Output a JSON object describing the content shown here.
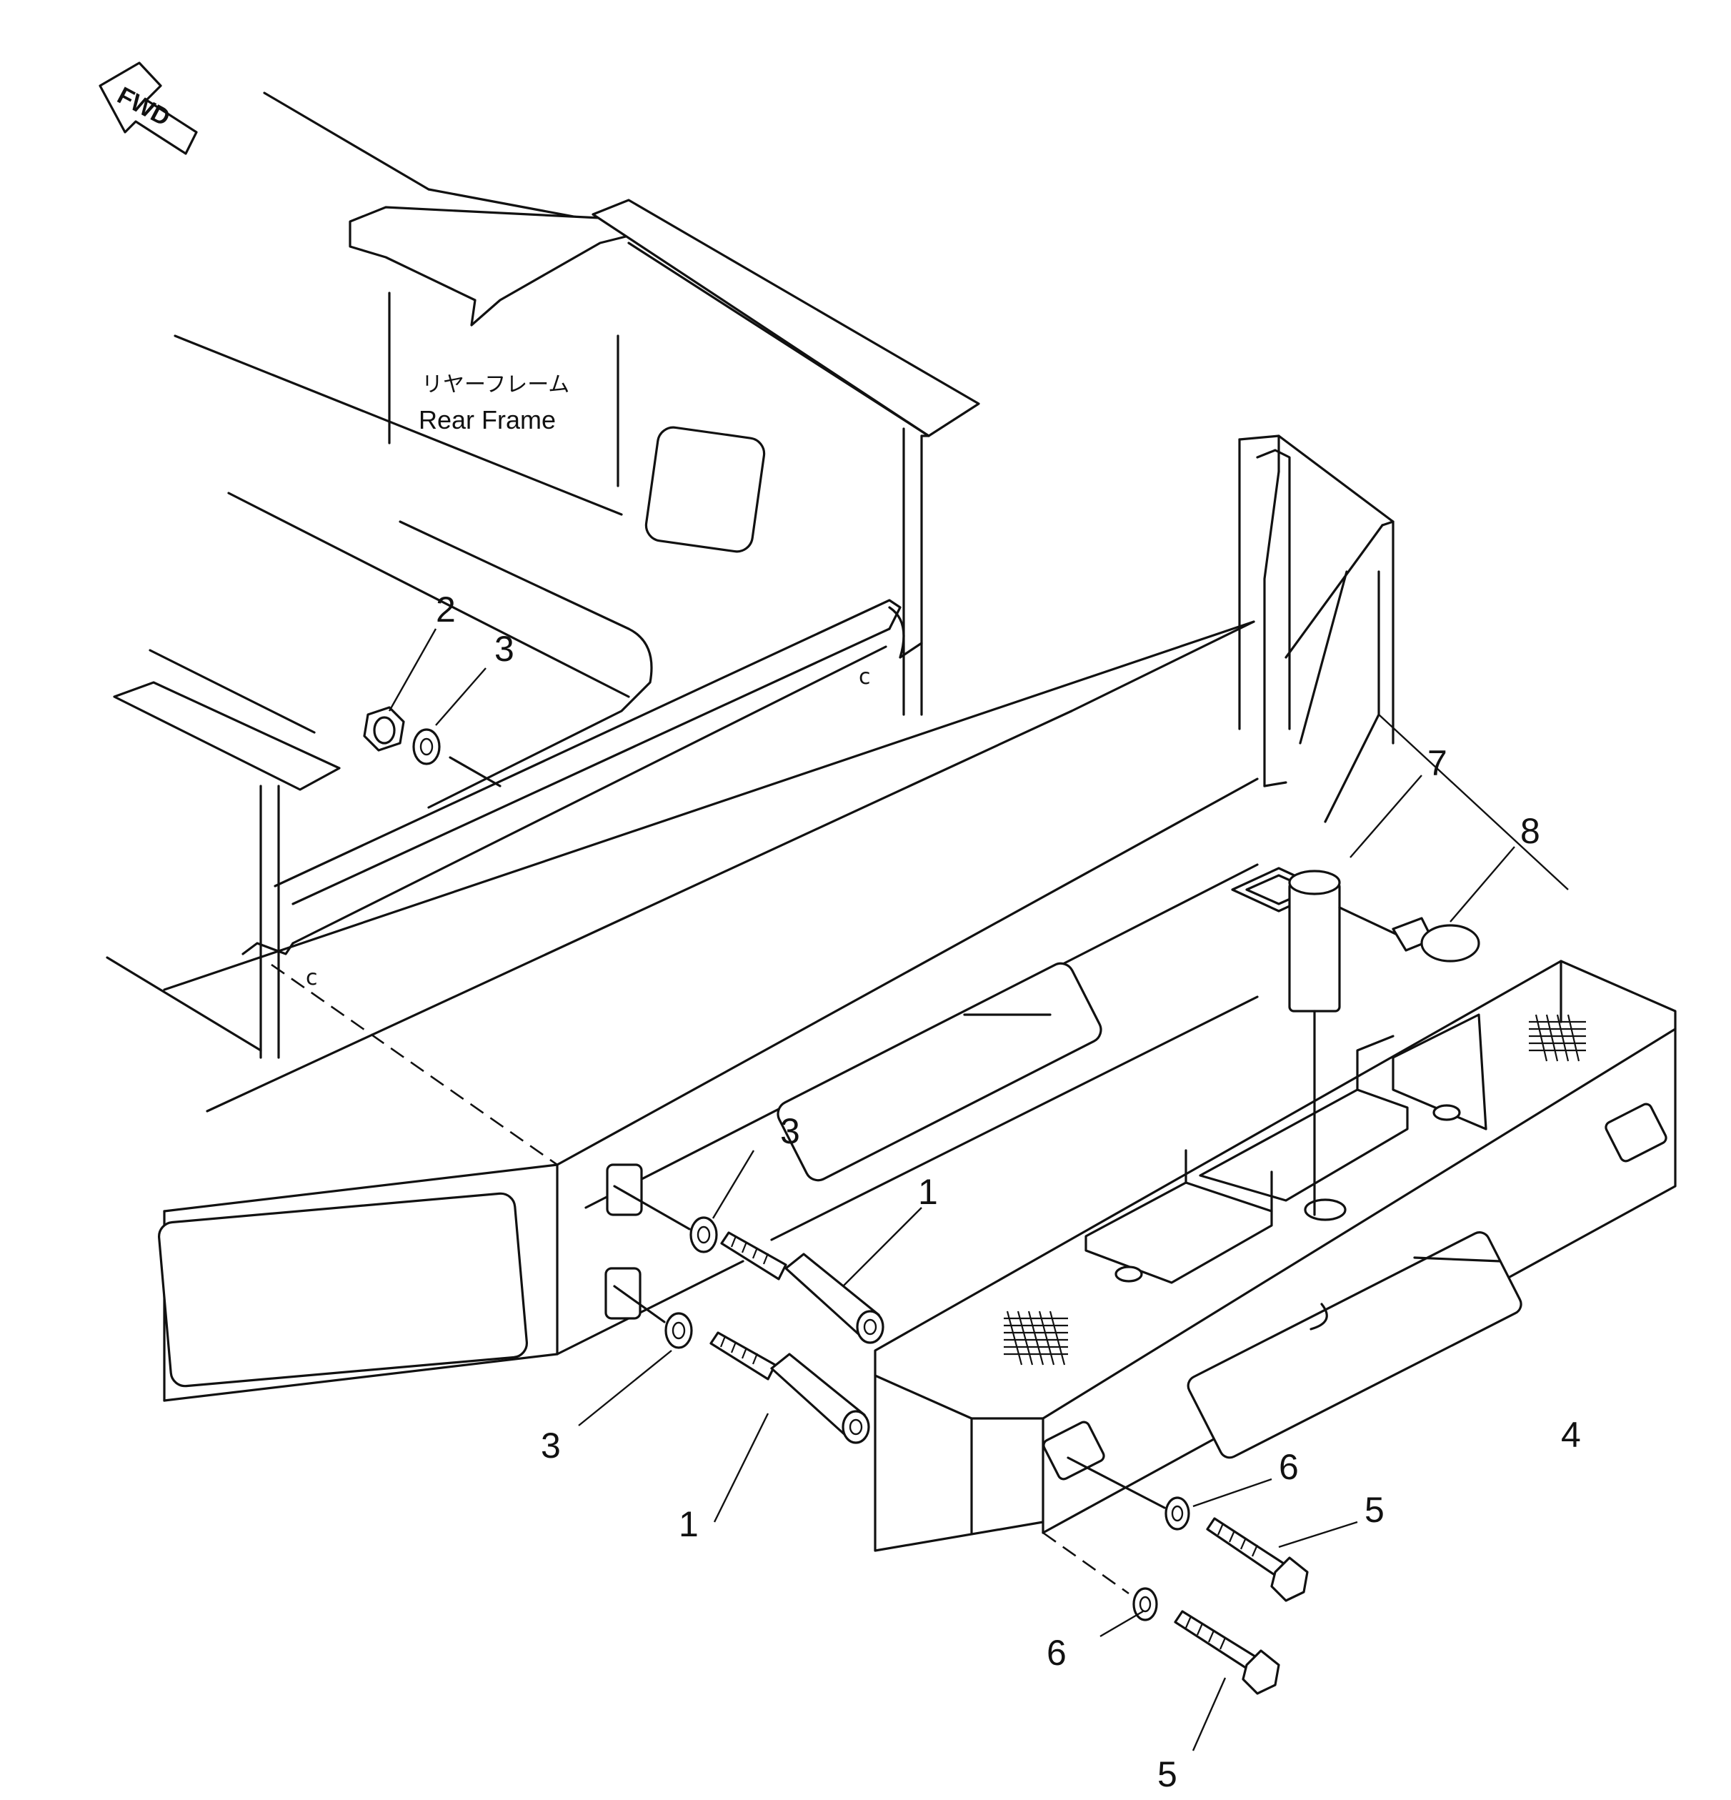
{
  "direction_indicator": {
    "label": "FWD",
    "icon": "forward-arrow-icon"
  },
  "frame_label": {
    "japanese": "リヤーフレーム",
    "english": "Rear Frame"
  },
  "weld_marks": [
    "c",
    "c"
  ],
  "callouts": [
    {
      "id": "c1a",
      "number": "1"
    },
    {
      "id": "c1b",
      "number": "1"
    },
    {
      "id": "c2",
      "number": "2"
    },
    {
      "id": "c3a",
      "number": "3"
    },
    {
      "id": "c3b",
      "number": "3"
    },
    {
      "id": "c3c",
      "number": "3"
    },
    {
      "id": "c4",
      "number": "4"
    },
    {
      "id": "c5a",
      "number": "5"
    },
    {
      "id": "c5b",
      "number": "5"
    },
    {
      "id": "c6a",
      "number": "6"
    },
    {
      "id": "c6b",
      "number": "6"
    },
    {
      "id": "c7",
      "number": "7"
    },
    {
      "id": "c8",
      "number": "8"
    }
  ]
}
